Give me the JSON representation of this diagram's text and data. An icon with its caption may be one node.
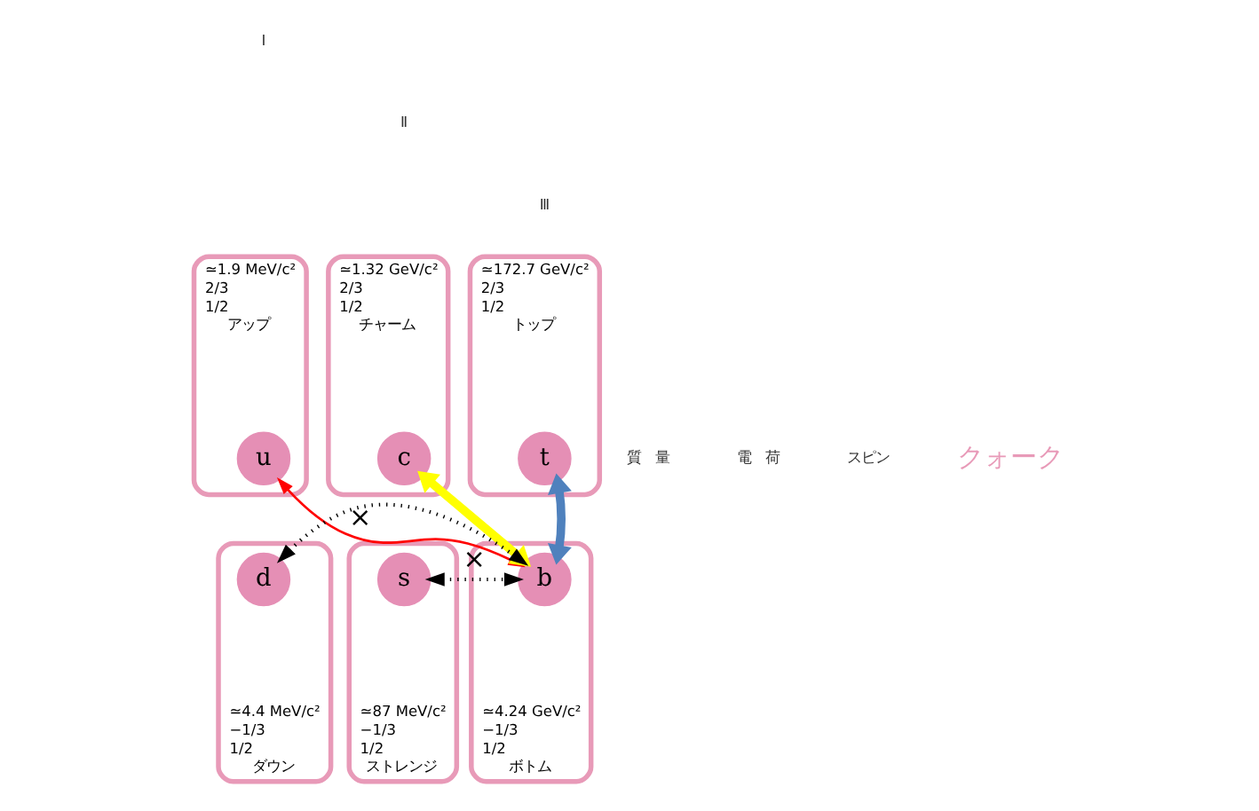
{
  "diagram": {
    "nodes": [
      {
        "text": [
          "≃1.9 MeV/c²",
          "2/3",
          "1/2",
          "アップ"
        ]
      },
      {
        "text": [
          "u"
        ],
        "in": 0
      },
      {
        "text": [
          "≃1.32 GeV/c²",
          "2/3",
          "1/2",
          "チャーム"
        ]
      },
      {
        "text": [
          "c"
        ],
        "in": 2
      },
      {
        "text": [
          "≃172.7 GeV/c²",
          "2/3",
          "1/2",
          "トップ"
        ]
      },
      {
        "text": [
          "t"
        ],
        "in": 4
      },
      {
        "text": [
          "≃4.4 MeV/c²",
          "−1/3",
          "1/2",
          "ダウン"
        ]
      },
      {
        "text": [
          "d"
        ],
        "in": 6
      },
      {
        "text": [
          "≃87 MeV/c²",
          "−1/3",
          "1/2",
          "ストレンジ"
        ]
      },
      {
        "text": [
          "s"
        ],
        "in": 8
      },
      {
        "text": [
          "≃4.24 GeV/c²",
          "−1/3",
          "1/2",
          "ボトム"
        ]
      },
      {
        "text": [
          "b"
        ],
        "in": 10
      }
    ],
    "edges": [
      {
        "from": 1,
        "to": 11,
        "arrow": "both",
        "color": "#ff0000"
      },
      {
        "from": 3,
        "to": 11,
        "arrow": "both",
        "style": "thick",
        "color": "#ffff00"
      },
      {
        "from": 5,
        "to": 11,
        "arrow": "both",
        "style": "thick",
        "color": "#4f81bd"
      },
      {
        "from": 9,
        "to": 11,
        "arrow": "both",
        "style": "dashed",
        "label": "×"
      },
      {
        "from": 7,
        "to": 11,
        "arrow": "both",
        "style": "dashed",
        "label": "×"
      }
    ],
    "labels": [
      "Ⅰ",
      "Ⅱ",
      "Ⅲ",
      "質　量",
      "電　荷",
      "スピン",
      "クォーク"
    ]
  }
}
